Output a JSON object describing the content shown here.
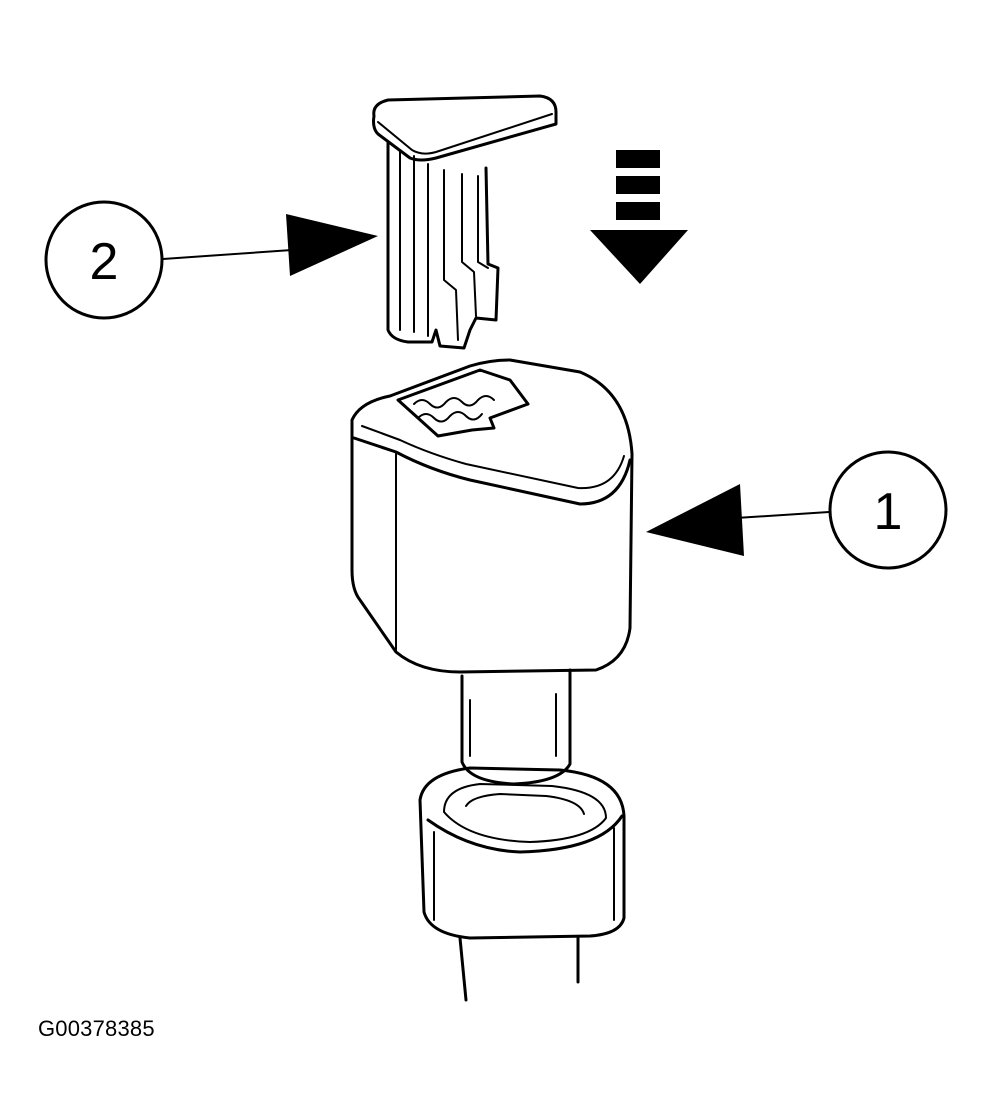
{
  "figure_id": "G00378385",
  "callouts": [
    {
      "label": "1",
      "target": "connector-body"
    },
    {
      "label": "2",
      "target": "locking-clip"
    }
  ],
  "colors": {
    "ink": "#000000",
    "paper": "#ffffff",
    "shade": "#f2f2f2"
  }
}
